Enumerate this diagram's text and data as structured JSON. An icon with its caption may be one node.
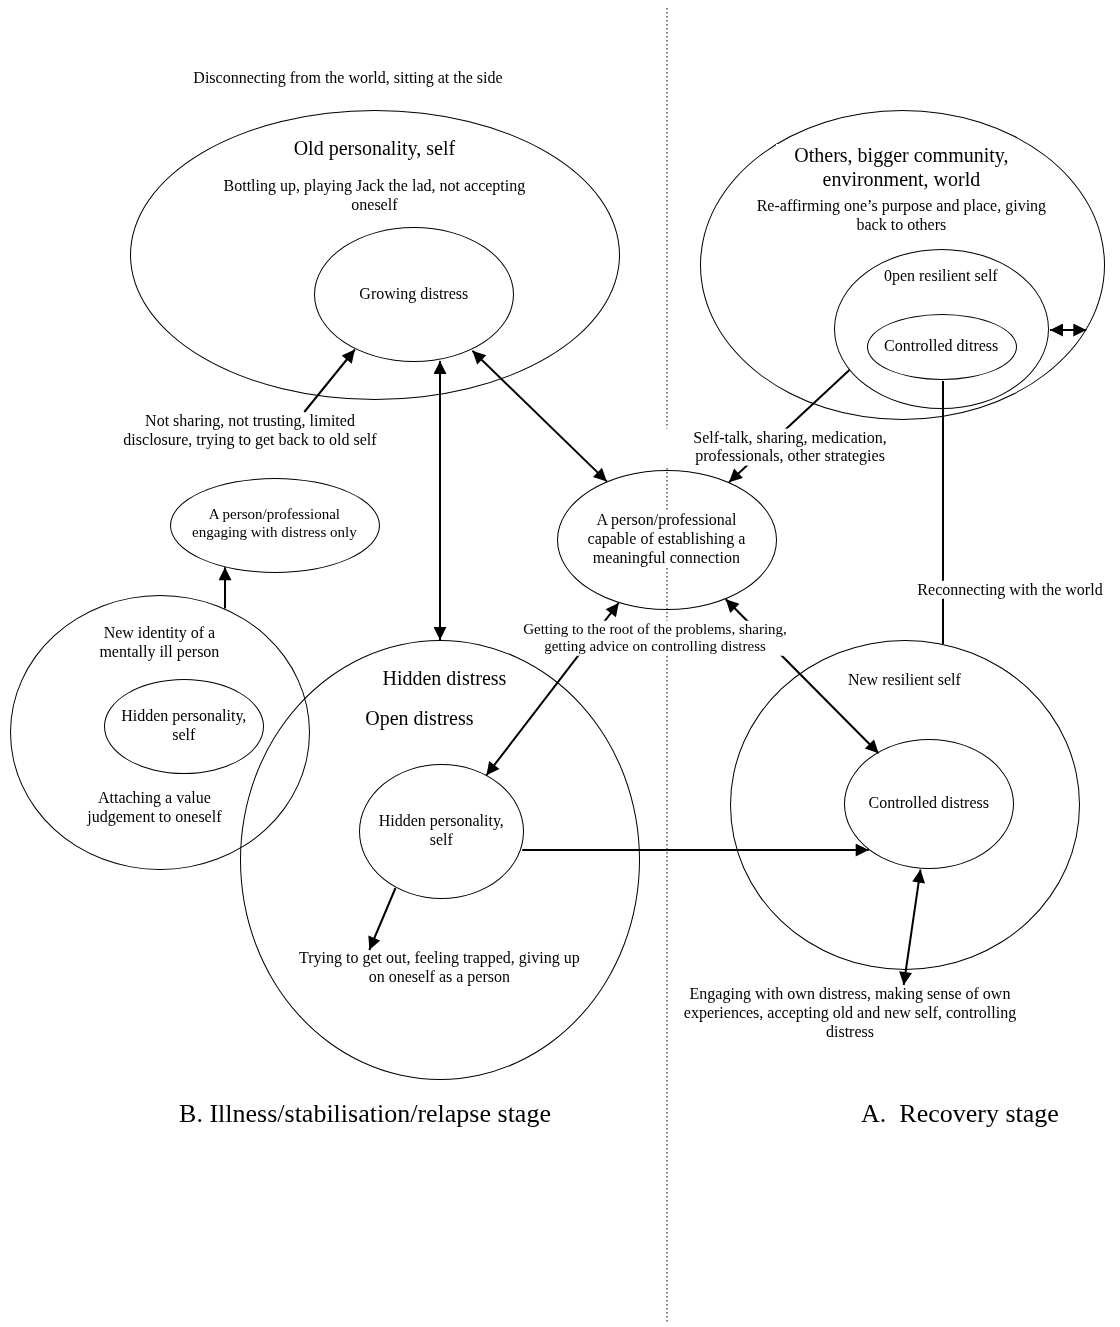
{
  "diagram": {
    "nodes": [
      {
        "text": [
          "Old personality, self",
          "Bottling up, playing Jack the lad, not accepting oneself"
        ]
      },
      {
        "text": [
          "Growing distress"
        ],
        "in": 0
      },
      {
        "text": [
          "Not sharing, not trusting, limited disclosure, trying to get back to old self"
        ]
      },
      {
        "text": [
          "A person/professional engaging with distress only"
        ]
      },
      {
        "text": [
          "New identity of a mentally ill person",
          "Attaching a value judgement to oneself"
        ]
      },
      {
        "text": [
          "Hidden personality, self"
        ],
        "in": 4
      },
      {
        "text": [
          "Hidden distress",
          "Open distress"
        ]
      },
      {
        "text": [
          "Hidden personality, self"
        ],
        "in": 6
      },
      {
        "text": [
          "Trying to get out, feeling trapped, giving up on oneself as a person"
        ],
        "in": 6
      },
      {
        "text": [
          "A person/professional capable of establishing a meaningful connection"
        ]
      },
      {
        "text": [
          "Others, bigger community, environment, world",
          "Re-affirming one’s purpose and place, giving back to others"
        ]
      },
      {
        "text": [
          "0pen resilient self"
        ],
        "in": 10
      },
      {
        "text": [
          "Controlled ditress"
        ],
        "in": 11
      },
      {
        "text": [
          "New resilient self"
        ]
      },
      {
        "text": [
          "Controlled distress"
        ],
        "in": 13
      },
      {
        "text": [
          "Engaging with own distress, making sense of own experiences, accepting old and new self, controlling distress"
        ]
      }
    ],
    "edges": [
      {
        "from": 2,
        "to": 1,
        "arrow": "to"
      },
      {
        "from": 1,
        "to": 6,
        "arrow": "both"
      },
      {
        "from": 1,
        "to": 9,
        "arrow": "both"
      },
      {
        "from": 11,
        "to": 9,
        "arrow": "to",
        "label": "Self-talk, sharing, medication, professionals, other strategies"
      },
      {
        "from": 9,
        "to": 7,
        "arrow": "both",
        "label": "Getting to the root of the problems, sharing, getting advice on controlling distress"
      },
      {
        "from": 9,
        "to": 14,
        "arrow": "both"
      },
      {
        "from": 7,
        "to": 14,
        "arrow": "to"
      },
      {
        "from": 7,
        "to": 8,
        "arrow": "to"
      },
      {
        "from": 4,
        "to": 3,
        "arrow": "to"
      },
      {
        "from": 11,
        "to": 10,
        "arrow": "both"
      },
      {
        "from": 12,
        "to": 13,
        "arrow": "none",
        "label": "Reconnecting with the world"
      },
      {
        "from": 14,
        "to": 15,
        "arrow": "both"
      }
    ],
    "labels": [
      "Disconnecting from the world, sitting at the side",
      "B. Illness/stabilisation/relapse stage",
      "A.  Recovery stage"
    ]
  }
}
